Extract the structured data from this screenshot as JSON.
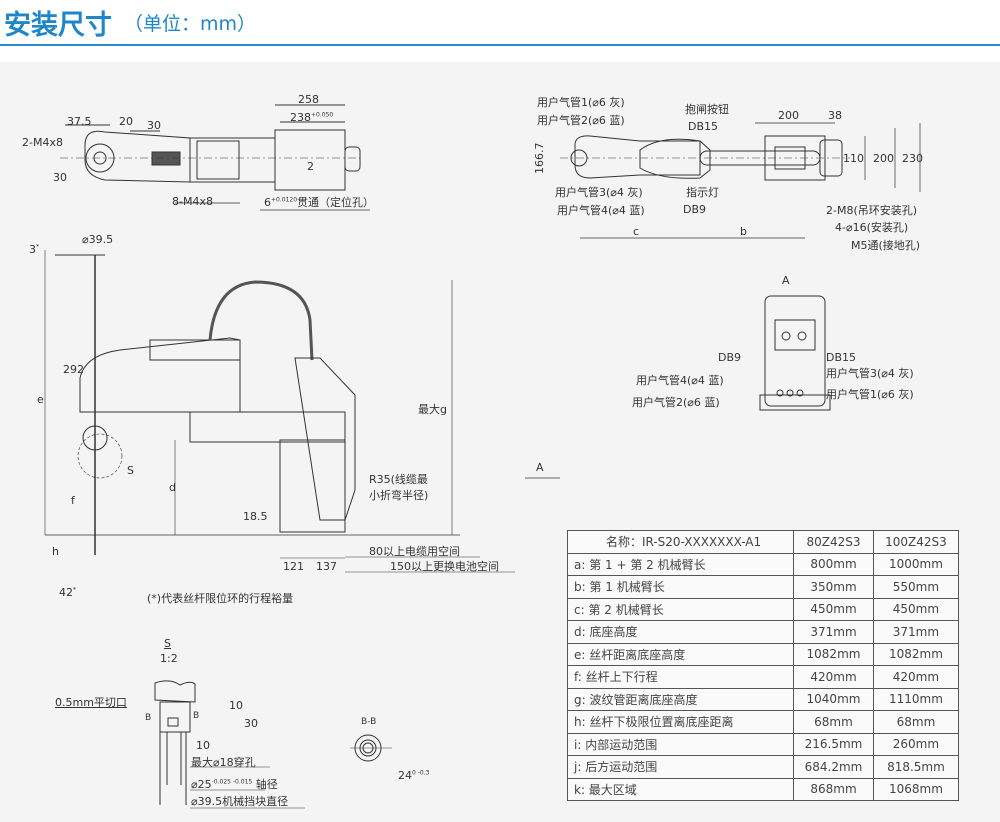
{
  "header": {
    "title": "安装尺寸",
    "unit": "（单位：mm）"
  },
  "top_view": {
    "d37_5": "37.5",
    "d20": "20",
    "d30a": "30",
    "d258": "258",
    "d238": "238",
    "d238_tol": "+0.05",
    "d238_tol2": "0",
    "m4x8_2": "2-M4x8",
    "d30b": "30",
    "d2": "2",
    "m4x8_8": "8-M4x8",
    "d6": "6",
    "d6_tol": "+0.012",
    "d6_tol2": "0",
    "pin_hole": "贯通（定位孔）"
  },
  "top_right_view": {
    "air1": "用户气管1(⌀6 灰)",
    "air2": "用户气管2(⌀6 蓝)",
    "brake": "抱闸按钮",
    "db15": "DB15",
    "d166_7": "166.7",
    "air3": "用户气管3(⌀4 灰)",
    "air4": "用户气管4(⌀4 蓝)",
    "indicator": "指示灯",
    "db9": "DB9",
    "c": "c",
    "b": "b",
    "d200a": "200",
    "d38": "38",
    "d110": "110",
    "d200b": "200",
    "d230": "230",
    "m8": "2-M8(吊环安装孔)",
    "d16": "4-⌀16(安装孔)",
    "m5": "M5通(接地孔)"
  },
  "view_a": {
    "title": "A",
    "db9": "DB9",
    "db15": "DB15",
    "air4": "用户气管4(⌀4 蓝)",
    "air3": "用户气管3(⌀4 灰)",
    "air2": "用户气管2(⌀6 蓝)",
    "air1": "用户气管1(⌀6 灰)"
  },
  "side_view": {
    "d3": "3",
    "star": "*",
    "d39_5": "⌀39.5",
    "d292": "292",
    "e": "e",
    "max_g": "最大g",
    "s": "S",
    "d": "d",
    "r35_1": "R35(线缆最",
    "r35_2": "小折弯半径)",
    "a": "A",
    "f": "f",
    "d18_5": "18.5",
    "h": "h",
    "d42": "42",
    "d121": "121",
    "d137": "137",
    "cable_space": "80以上电缆用空间",
    "battery_space": "150以上更换电池空间",
    "note": "(*)代表丝杆限位环的行程裕量"
  },
  "detail_s": {
    "title": "S",
    "scale": "1:2",
    "flat_cut": "0.5mm平切口",
    "b1": "B",
    "b2": "B",
    "d10a": "10",
    "d30": "30",
    "d10b": "10",
    "max_hole": "最大⌀18穿孔",
    "shaft": "⌀25",
    "shaft_tol": "-0.025 -0.015",
    "shaft_label": "轴径",
    "stopper": "⌀39.5机械挡块直径",
    "bb": "B-B",
    "d24": "24",
    "d24_tol": "0 -0.3"
  },
  "spec_table": {
    "header": [
      "名称：IR-S20-XXXXXXX-A1",
      "80Z42S3",
      "100Z42S3"
    ],
    "rows": [
      [
        "a: 第 1 + 第 2 机械臂长",
        "800mm",
        "1000mm"
      ],
      [
        "b: 第 1 机械臂长",
        "350mm",
        "550mm"
      ],
      [
        "c: 第 2 机械臂长",
        "450mm",
        "450mm"
      ],
      [
        "d: 底座高度",
        "371mm",
        "371mm"
      ],
      [
        "e: 丝杆距离底座高度",
        "1082mm",
        "1082mm"
      ],
      [
        "f: 丝杆上下行程",
        "420mm",
        "420mm"
      ],
      [
        "g: 波纹管距离底座高度",
        "1040mm",
        "1110mm"
      ],
      [
        "h: 丝杆下极限位置离底座距离",
        "68mm",
        "68mm"
      ],
      [
        "i: 内部运动范围",
        "216.5mm",
        "260mm"
      ],
      [
        "j: 后方运动范围",
        "684.2mm",
        "818.5mm"
      ],
      [
        "k: 最大区域",
        "868mm",
        "1068mm"
      ]
    ]
  }
}
